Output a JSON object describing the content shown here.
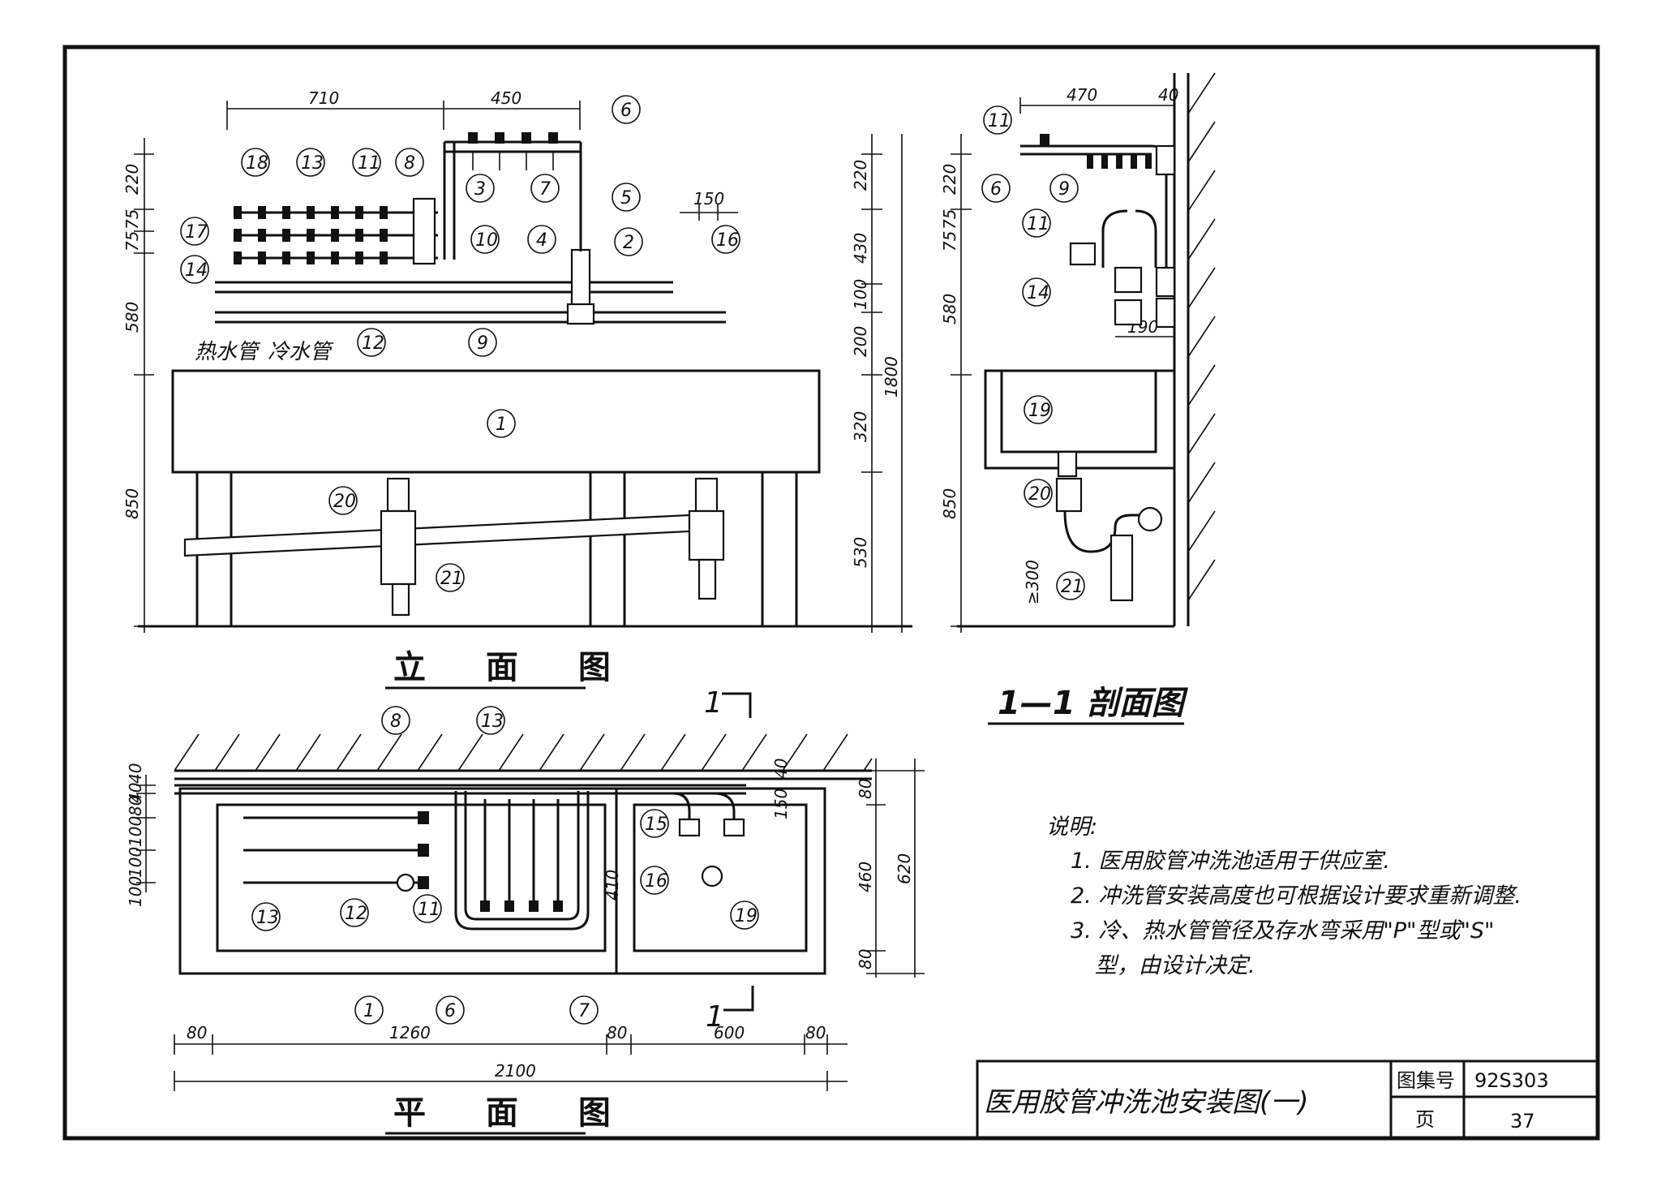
{
  "elevation": {
    "title": "立 面 图",
    "dims_top": [
      "710",
      "450"
    ],
    "dim_150": "150",
    "dims_left": [
      "220",
      "75",
      "75",
      "580",
      "850"
    ],
    "dims_right": [
      "220",
      "430",
      "100",
      "200",
      "320",
      "530"
    ],
    "dim_total": "1800",
    "label_hot": "热水管",
    "label_cold": "冷水管"
  },
  "section": {
    "title": "1—1 剖面图",
    "dims": [
      "470",
      "40",
      "220",
      "75",
      "75",
      "580",
      "850",
      "190",
      "≥300"
    ]
  },
  "plan": {
    "title": "平 面 图",
    "section_mark": "1",
    "dims_left": [
      "40",
      "40",
      "80",
      "100",
      "100",
      "100"
    ],
    "dims_mid": [
      "410",
      "150",
      "40"
    ],
    "dims_right": [
      "80",
      "460",
      "80",
      "620"
    ],
    "dims_bottom": [
      "80",
      "1260",
      "80",
      "600",
      "80"
    ],
    "dim_total": "2100"
  },
  "callouts": [
    "1",
    "2",
    "3",
    "4",
    "5",
    "6",
    "7",
    "8",
    "9",
    "10",
    "11",
    "12",
    "13",
    "14",
    "15",
    "16",
    "17",
    "18",
    "19",
    "20",
    "21"
  ],
  "notes": {
    "heading": "说明:",
    "items": [
      "1. 医用胶管冲洗池适用于供应室.",
      "2. 冲洗管安装高度也可根据设计要求重新调整.",
      "3. 冷、热水管管径及存水弯采用\"P\"型或\"S\"",
      "型，由设计决定."
    ]
  },
  "title_block": {
    "drawing_title": "医用胶管冲洗池安装图(一)",
    "atlas_label": "图集号",
    "atlas_no": "92S303",
    "page_label": "页",
    "page_no": "37"
  }
}
